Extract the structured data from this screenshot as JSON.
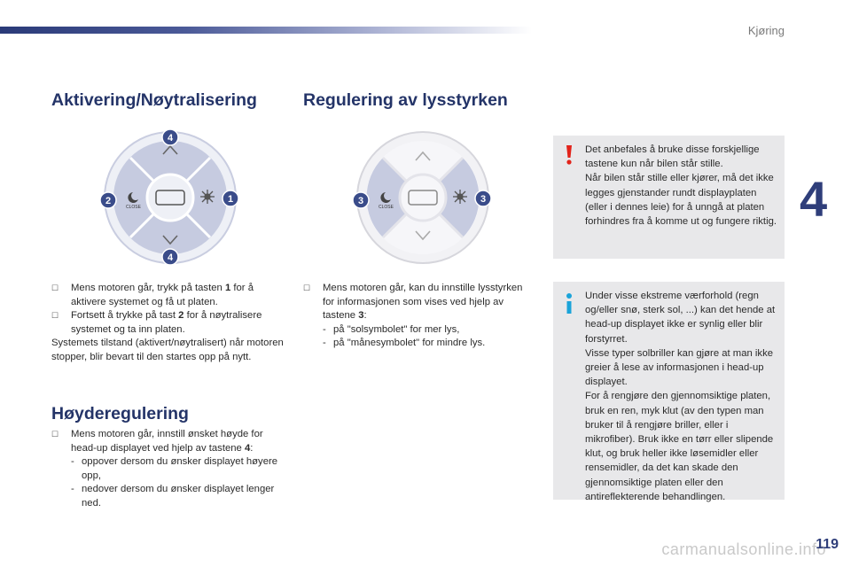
{
  "header": {
    "section": "Kjøring",
    "chapter": "4",
    "page": "119"
  },
  "watermark": "carmanualsonline.info",
  "left": {
    "title": "Aktivering/Nøytralisering",
    "diagram": {
      "callout_top": "4",
      "callout_left": "2",
      "callout_right": "1",
      "callout_bottom": "4",
      "close_label": "CLOSE"
    },
    "bullets": [
      {
        "pre": "Mens motoren går, trykk på tasten ",
        "bold": "1",
        "post": " for å aktivere systemet og få ut platen."
      },
      {
        "pre": "Fortsett å trykke på tast ",
        "bold": "2",
        "post": " for å nøytralisere systemet og ta inn platen."
      }
    ],
    "para": "Systemets tilstand (aktivert/nøytralisert) når motoren stopper, blir bevart til den startes opp på nytt."
  },
  "height": {
    "title": "Høyderegulering",
    "bullet": {
      "pre": "Mens motoren går, innstill ønsket høyde for head-up displayet ved hjelp av tastene ",
      "bold": "4",
      "post": ":"
    },
    "dashes": [
      "oppover dersom du ønsker displayet høyere opp,",
      "nedover dersom du ønsker displayet lenger ned."
    ]
  },
  "middle": {
    "title": "Regulering av lysstyrken",
    "diagram": {
      "callout_left": "3",
      "callout_right": "3",
      "close_label": "CLOSE"
    },
    "bullet": {
      "pre": "Mens motoren går, kan du innstille lysstyrken for informasjonen som vises ved hjelp av tastene ",
      "bold": "3",
      "post": ":"
    },
    "dashes": [
      "på \"solsymbolet\" for mer lys,",
      "på \"månesymbolet\" for mindre lys."
    ]
  },
  "warning": {
    "icon": "exclamation-icon",
    "color": "#e2231a",
    "lines": [
      "Det anbefales å bruke disse forskjellige tastene kun når bilen står stille.",
      "Når bilen står stille eller kjører, må det ikke legges gjenstander rundt displayplaten (eller i dennes leie) for å unngå at platen forhindres fra å komme ut og fungere riktig."
    ]
  },
  "info": {
    "icon": "info-icon",
    "color": "#1aa3d9",
    "lines": [
      "Under visse ekstreme værforhold (regn og/eller snø, sterk sol, ...) kan det hende at head-up displayet ikke er synlig eller blir forstyrret.",
      "Visse typer solbriller kan gjøre at man ikke greier å lese av informasjonen i head-up displayet.",
      "For å rengjøre den gjennomsiktige platen, bruk en ren, myk klut (av den typen man bruker til å rengjøre briller, eller i mikrofiber). Bruk ikke en tørr eller slipende klut, og bruk heller ikke løsemidler eller rensemidler, da det kan skade den gjennomsiktige platen eller den antireflekterende behandlingen."
    ]
  },
  "colors": {
    "heading": "#243468",
    "accent": "#2f3e7a",
    "callout": "#3a4c8a",
    "pad": "#c6cbe0",
    "box": "#e8e8ea"
  }
}
